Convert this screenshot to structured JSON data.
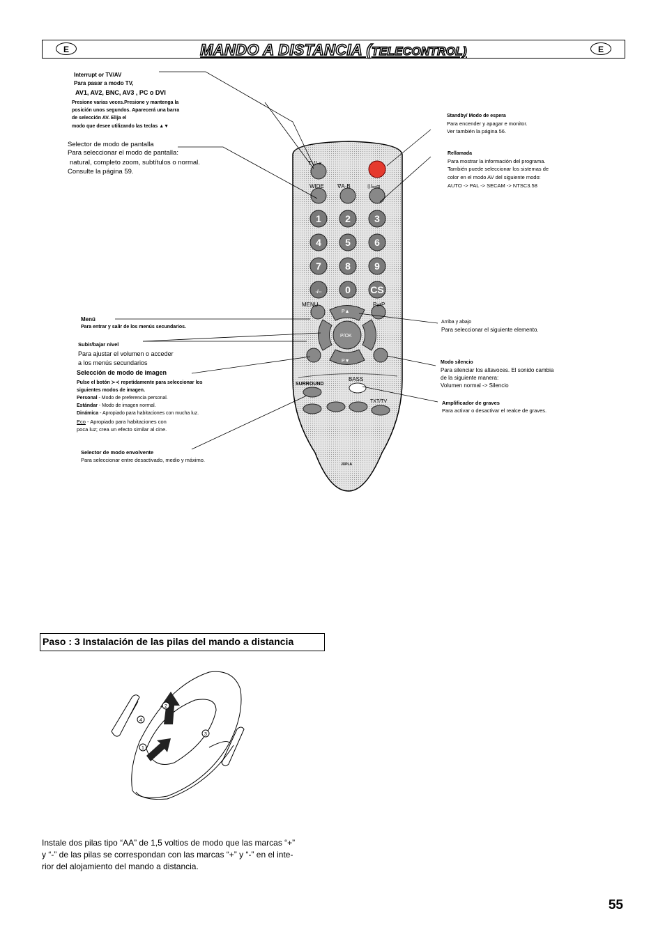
{
  "header": {
    "title_main": "MANDO A DISTANCIA (",
    "title_small": "TELECONTROL)",
    "lang_left": "E",
    "lang_right": "E"
  },
  "left_labels": {
    "tvav": {
      "line1": "Interrupt or TV/AV",
      "line2": "Para pasar a modo TV,",
      "line3": "AV1, AV2, BNC, AV3 , PC o DVI",
      "line4": "Presione varias veces.Presione y mantenga la",
      "line5": "posición unos segundos. Aparecerá una barra",
      "line6": "de selección AV. Elija el",
      "line7": "modo que desee utilizando las teclas    ▲▼"
    },
    "screen": {
      "line1": "Selector de modo de pantalla",
      "line2": "Para seleccionar el modo de pantalla:",
      "line3": "natural, completo zoom, subtítulos o normal.",
      "line4": "Consulte la página 59."
    },
    "menu": {
      "title": "Menú",
      "desc": "Para entrar y salir de los menús secundarios."
    },
    "subir": {
      "title": "Subir/bajar nivel",
      "line1": "Para ajustar el volumen o acceder",
      "line2": "a los menús secundarios"
    },
    "imagen": {
      "title": "Selección de modo de imagen",
      "line1": "Pulse el botón ≻≺ repetidamente para seleccionar los",
      "line2": "siguientes modos de imagen.",
      "personal_label": "Personal",
      "personal_desc": " - Modo de preferencia personal.",
      "estandar_label": "Estándar",
      "estandar_desc": " - Modo de imagen normal.",
      "dinamica_label": "Dinámica",
      "dinamica_desc": " - Apropiado para habitaciones con mucha luz.",
      "eco_label": "Eco",
      "eco_desc": " - Apropiado para habitaciones con",
      "eco_line2": "poca luz; crea un efecto similar al cine."
    },
    "envolvente": {
      "title": "Selector de modo envolvente",
      "desc": "Para seleccionar entre desactivado, medio y máximo."
    }
  },
  "right_labels": {
    "standby": {
      "title": "Standby/ Modo de espera",
      "line1": "Para encender y apagar e monitor.",
      "line2": "Ver también la página 56."
    },
    "rellamada": {
      "title": "Rellamada",
      "line1": "Para mostrar la información del programa.",
      "line2": "También puede seleccionar los sistemas de",
      "line3": "color en el modo AV del siguiente modo:",
      "line4": "AUTO -> PAL -> SECAM -> NTSC3.58"
    },
    "arriba": {
      "title": "Arriba y abajo",
      "desc": "Para seleccionar el siguiente elemento."
    },
    "silencio": {
      "title": "Modo silencio",
      "line1": "Para silenciar los altavoces. El sonido cambia",
      "line2": "de la siguiente manera:",
      "line3": "Volumen normal -> Silencio"
    },
    "graves": {
      "title": "Amplificador de graves",
      "desc": "Para activar o desactivar el realce de graves."
    }
  },
  "remote": {
    "tvav": "TV/⇥",
    "wide": "WIDE",
    "ab": "∇A·B",
    "info": "⌷/▭⊞",
    "menu": "MENU",
    "pp": "P⇄P",
    "surround": "SURROUND",
    "bass": "BASS",
    "txt": "TXT/TV",
    "pup": "P▲",
    "pdown": "P▼",
    "ok": "P/OK",
    "cs": "CS",
    "brand": "JXPLA",
    "digits": [
      "1",
      "2",
      "3",
      "4",
      "5",
      "6",
      "7",
      "8",
      "9",
      "-/--",
      "0",
      "CS"
    ]
  },
  "step": {
    "title": "Paso : 3 Instalación de las pilas del mando a distancia"
  },
  "battery": {
    "num1": "1",
    "num2": "2",
    "num3": "3",
    "num4": "4"
  },
  "paragraph": "Instale dos pilas tipo “AA” de 1,5 voltios de modo que las marcas “+”\ny “-” de las pilas se correspondan con las marcas “+” y “-” en el inte-\nrior del alojamiento del mando a distancia.",
  "page_number": "55"
}
